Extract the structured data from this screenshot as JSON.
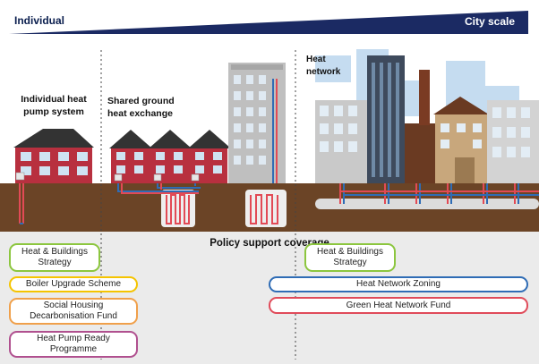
{
  "scale_bar": {
    "left_label": "Individual",
    "right_label": "City scale",
    "color": "#1b2a63"
  },
  "sections": {
    "individual": "Individual heat\npump system",
    "shared": "Shared ground\nheat exchange",
    "network": "Heat\nnetwork"
  },
  "policy_title": "Policy support coverage",
  "policies": [
    {
      "label": "Heat & Buildings\nStrategy",
      "color": "#8cc63f"
    },
    {
      "label": "Boiler Upgrade Scheme",
      "color": "#f5c400"
    },
    {
      "label": "Social Housing\nDecarbonisation Fund",
      "color": "#f0a04b"
    },
    {
      "label": "Heat Pump Ready\nProgramme",
      "color": "#b0508f"
    },
    {
      "label": "Heat & Buildings\nStrategy",
      "color": "#8cc63f"
    },
    {
      "label": "Heat Network Zoning",
      "color": "#2f6cb5"
    },
    {
      "label": "Green Heat Network Fund",
      "color": "#e04b5a"
    }
  ],
  "colors": {
    "ground": "#6b4426",
    "panel": "#ebebeb",
    "pipe_hot": "#e24a55",
    "pipe_cold": "#2f6cb5",
    "house": "#b8303f"
  }
}
